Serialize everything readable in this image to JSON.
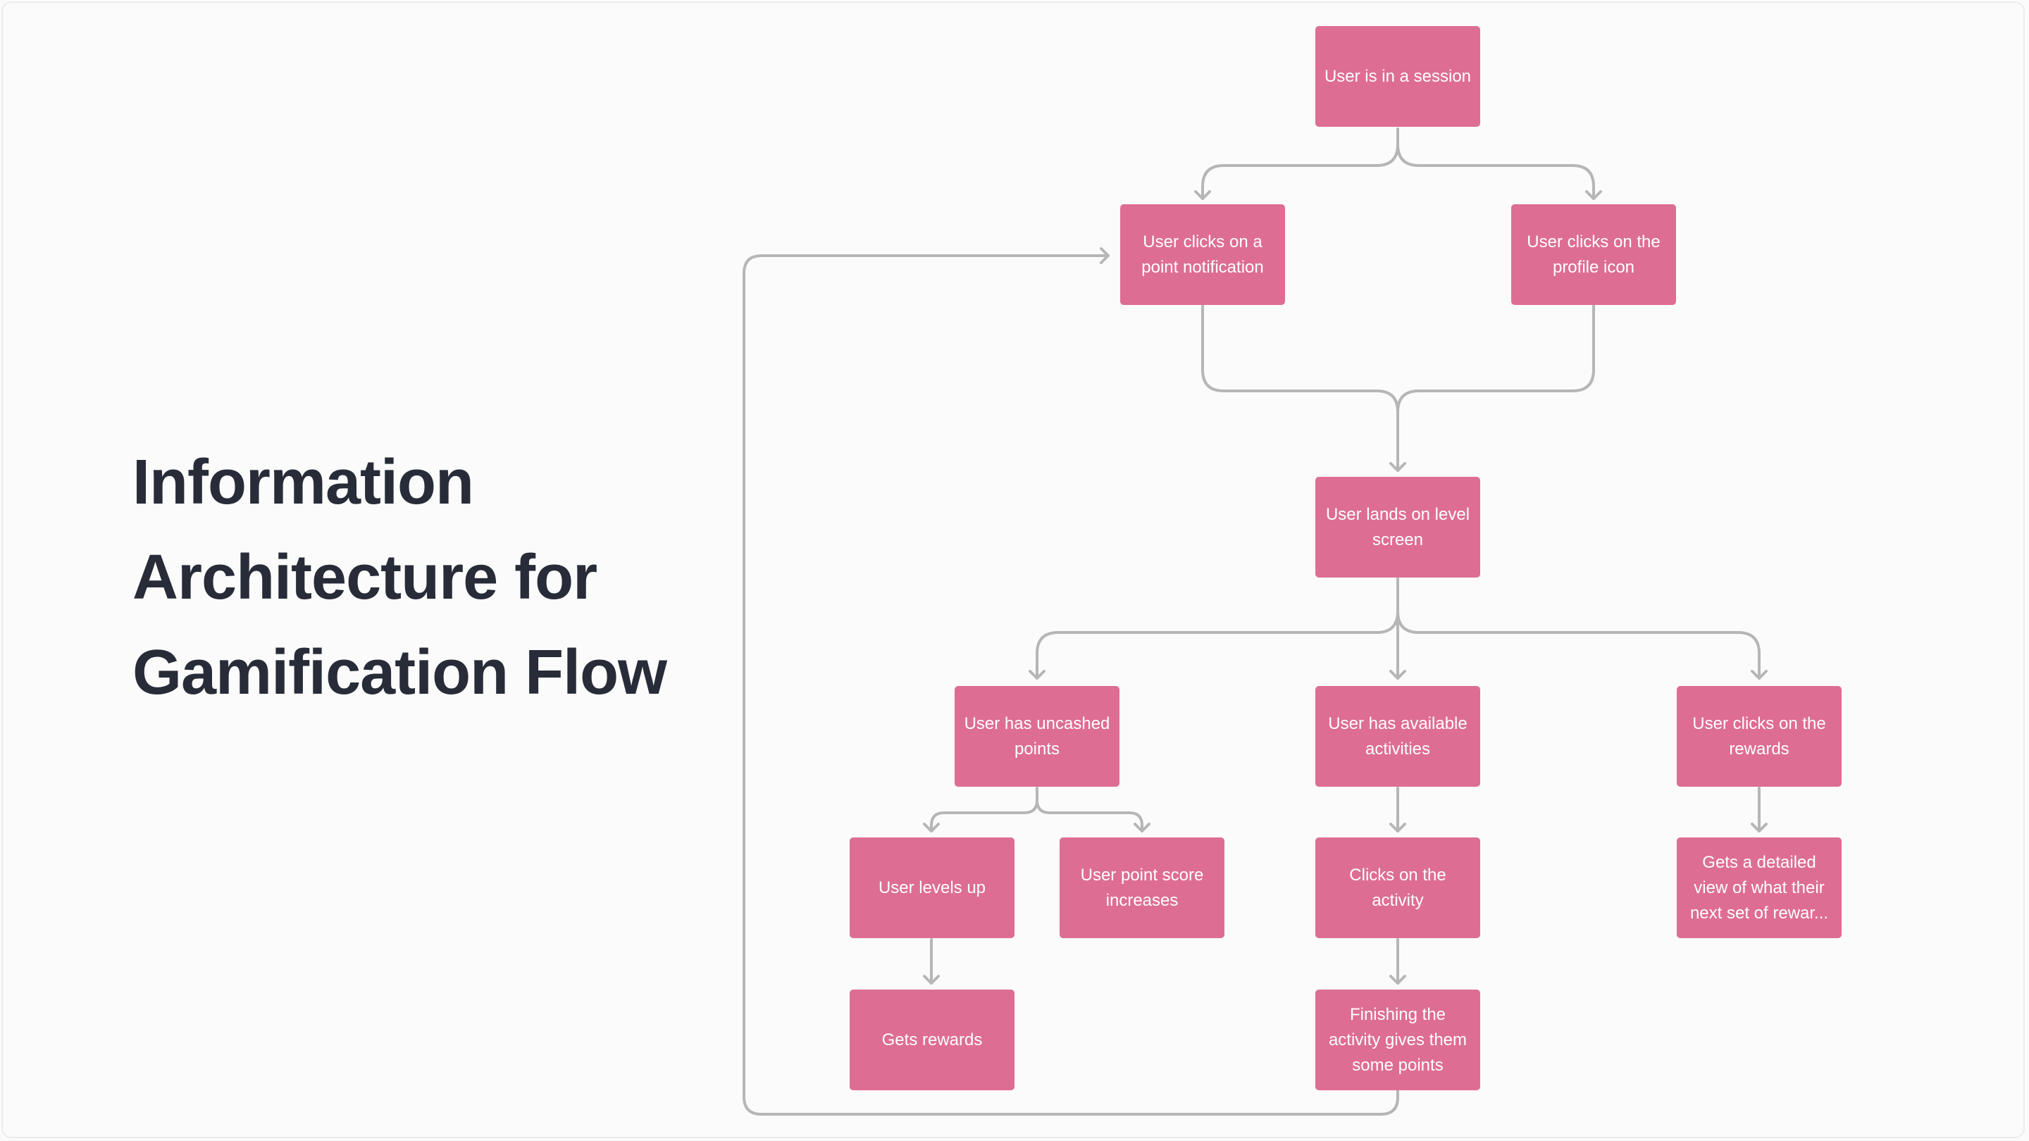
{
  "title": {
    "line1": "Information",
    "line2": "Architecture for",
    "line3": "Gamification Flow"
  },
  "colors": {
    "node": "#de6d93",
    "node_text": "#ffffff",
    "connector": "#b6b6b6",
    "title": "#272c38",
    "background": "#fbfbfb"
  },
  "nodes": {
    "session": "User is in a session",
    "point_notification": "User clicks on a point notification",
    "profile_icon": "User clicks on the profile icon",
    "level_screen": "User lands on level screen",
    "uncashed_points": "User has uncashed points",
    "available_activities": "User has available activities",
    "rewards": "User clicks on the rewards",
    "levels_up": "User levels up",
    "score_increases": "User point score increases",
    "clicks_activity": "Clicks on the activity",
    "detailed_view": "Gets a detailed view of what their next set of rewar...",
    "gets_rewards": "Gets rewards",
    "finishing_activity": "Finishing the activity gives them some points"
  }
}
